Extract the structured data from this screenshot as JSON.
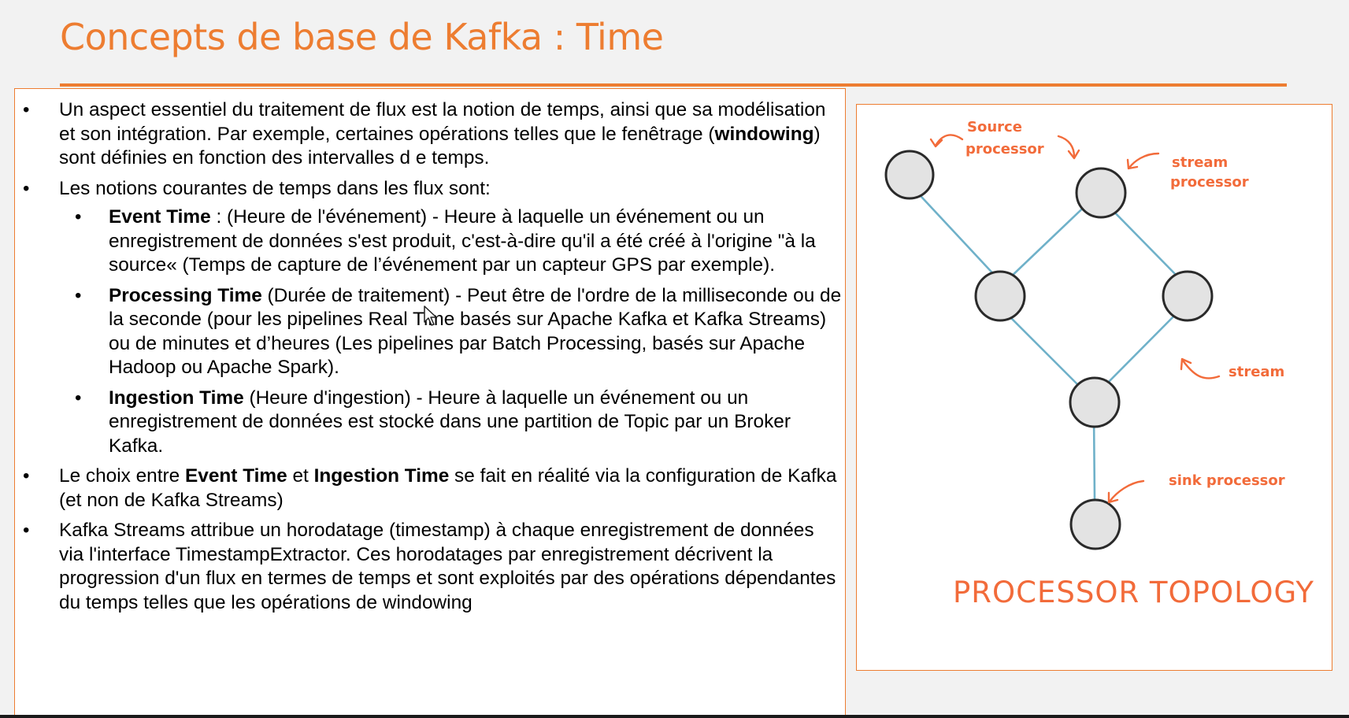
{
  "slide": {
    "title": "Concepts de base de Kafka : Time",
    "bullets": {
      "b1": {
        "pre": "Un aspect essentiel du traitement de flux est la notion de temps, ainsi que sa modélisation et son intégration. Par exemple, certaines opérations telles que le fenêtrage (",
        "bold": "windowing",
        "post": ") sont définies en fonction des intervalles d e temps."
      },
      "b2": {
        "text": "Les notions courantes de temps dans les flux sont:",
        "sub1": {
          "bold": "Event Time",
          "rest": " : (Heure de l'événement) - Heure à laquelle un événement ou un enregistrement de données s'est produit, c'est-à-dire qu'il a été créé à l'origine \"à la source«  (Temps de capture de l’événement par un capteur GPS par exemple)."
        },
        "sub2": {
          "bold": "Processing Time",
          "rest": " (Durée de traitement) - Peut être de l'ordre de la milliseconde ou de la seconde (pour les pipelines Real Time basés sur Apache Kafka et Kafka Streams) ou de minutes et d’heures (Les pipelines par Batch Processing, basés sur Apache Hadoop ou Apache Spark)."
        },
        "sub3": {
          "bold": "Ingestion Time",
          "rest": " (Heure d'ingestion) - Heure à laquelle un événement ou un enregistrement de données est stocké dans une partition de Topic par un Broker Kafka."
        }
      },
      "b3": {
        "pre": "Le choix entre ",
        "bold1": "Event Time",
        "mid": " et ",
        "bold2": "Ingestion Time",
        "post": " se fait en réalité via la configuration de Kafka (et non de Kafka Streams)"
      },
      "b4": {
        "text": "Kafka Streams attribue un horodatage (timestamp) à chaque enregistrement de données via l'interface TimestampExtractor. Ces horodatages par enregistrement décrivent la progression d'un flux en termes de temps et sont exploités par des opérations dépendantes du temps telles que les opérations de windowing"
      }
    }
  },
  "diagram": {
    "label_source_1": "Source",
    "label_source_2": "processor",
    "label_stream_processor_1": "stream",
    "label_stream_processor_2": "processor",
    "label_stream": "stream",
    "label_sink": "sink processor",
    "caption": "PROCESSOR TOPOLOGY",
    "colors": {
      "annotation": "#f26b3a",
      "edge": "#6fb1c9",
      "node_fill": "#e3e3e3",
      "node_stroke": "#2a2a2a"
    }
  },
  "colors": {
    "accent": "#ed7d31"
  }
}
